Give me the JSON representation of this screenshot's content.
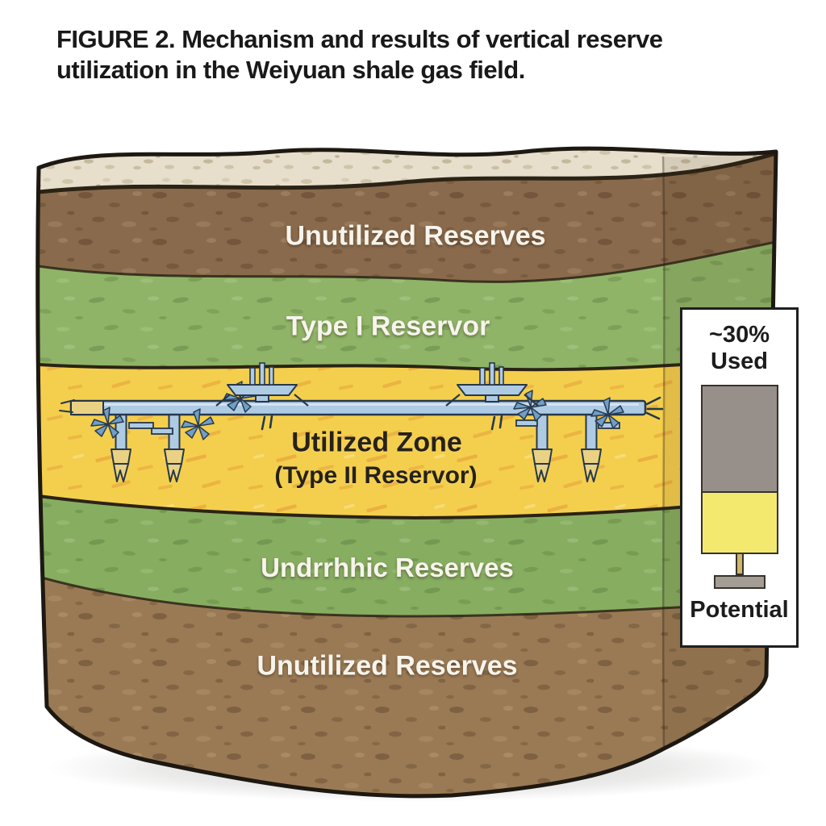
{
  "figure": {
    "title": "FIGURE 2. Mechanism and results of vertical reserve utilization in the Weiyuan shale gas field."
  },
  "block": {
    "layers": [
      {
        "name": "surface-soil",
        "label": "",
        "color": "#e7dfcc"
      },
      {
        "name": "upper-unutilized-reserves",
        "label": "Unutilized Reserves",
        "color": "#8a6a4c",
        "label_color": "#f7f4ec"
      },
      {
        "name": "type-1-reservoir",
        "label": "Type I Reservor",
        "color": "#8fb468",
        "label_color": "#f7f4ec"
      },
      {
        "name": "utilized-zone",
        "label": "Utilized Zone",
        "sublabel": "(Type II Reservor)",
        "color": "#f4cf4d",
        "label_color": "#26211a"
      },
      {
        "name": "lower-reserves",
        "label": "Undrrhhic Reserves",
        "color": "#87ad61",
        "label_color": "#f7f4ec"
      },
      {
        "name": "lower-unutilized-reserves",
        "label": "Unutilized Reserves",
        "color": "#9a7a55",
        "label_color": "#f7f4ec"
      }
    ],
    "well": {
      "icon": "horizontal-well-with-laterals-icon",
      "pipe_color": "#aecbe4",
      "bit_color": "#e9d283"
    }
  },
  "legend": {
    "used_value": "~30%",
    "used_label": "Used",
    "potential_label": "Potential",
    "used_color": "#97908a",
    "potential_color": "#f3e96e",
    "used_fraction": 0.63
  }
}
